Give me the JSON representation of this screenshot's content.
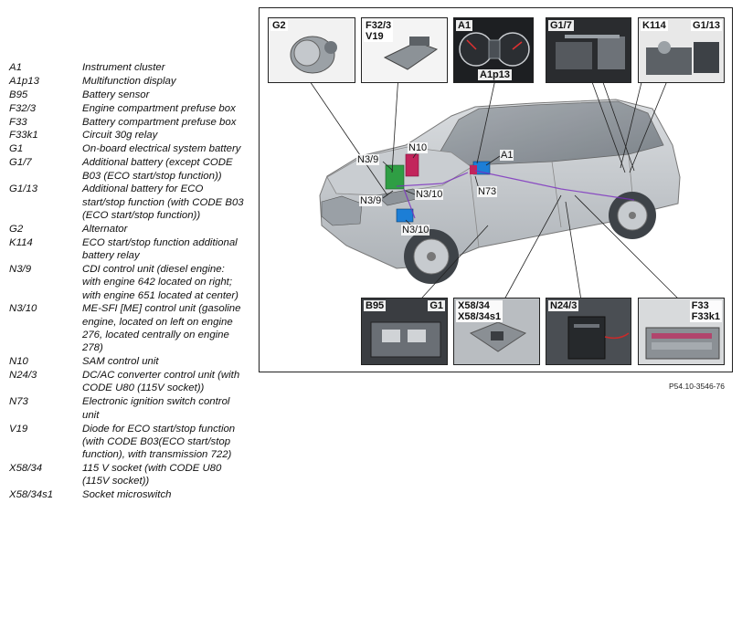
{
  "legend": [
    {
      "code": "A1",
      "desc": "Instrument cluster"
    },
    {
      "code": "A1p13",
      "desc": "Multifunction display"
    },
    {
      "code": "B95",
      "desc": "Battery sensor"
    },
    {
      "code": "F32/3",
      "desc": "Engine compartment prefuse box"
    },
    {
      "code": "F33",
      "desc": "Battery compartment prefuse box"
    },
    {
      "code": "F33k1",
      "desc": "Circuit 30g relay"
    },
    {
      "code": "G1",
      "desc": "On-board electrical system battery"
    },
    {
      "code": "G1/7",
      "desc": "Additional battery (except CODE B03 (ECO start/stop function))"
    },
    {
      "code": "G1/13",
      "desc": "Additional battery for ECO start/stop function (with CODE B03 (ECO start/stop function))"
    },
    {
      "code": "G2",
      "desc": "Alternator"
    },
    {
      "code": "K114",
      "desc": "ECO start/stop function additional battery relay"
    },
    {
      "code": "N3/9",
      "desc": "CDI control unit (diesel engine: with engine 642 located on right; with engine 651 located at center)"
    },
    {
      "code": "N3/10",
      "desc": "ME-SFI [ME] control unit (gasoline engine, located on left on engine 276, located centrally on engine 278)"
    },
    {
      "code": "N10",
      "desc": "SAM control unit"
    },
    {
      "code": "N24/3",
      "desc": "DC/AC converter control unit (with CODE U80 (115V socket))"
    },
    {
      "code": "N73",
      "desc": "Electronic ignition switch control unit"
    },
    {
      "code": "V19",
      "desc": "Diode for ECO start/stop function (with CODE B03(ECO start/stop function), with transmission 722)"
    },
    {
      "code": "X58/34",
      "desc": "115 V socket (with CODE U80 (115V socket))"
    },
    {
      "code": "X58/34s1",
      "desc": "Socket microswitch"
    }
  ],
  "insets": {
    "g2": "G2",
    "f32": "F32/3\nV19",
    "a1": "A1",
    "a1p13": "A1p13",
    "g17": "G1/7",
    "k114": "K114",
    "g113": "G1/13",
    "b95": "B95",
    "g1": "G1",
    "x58": "X58/34\nX58/34s1",
    "n243": "N24/3",
    "f33": "F33\nF33k1"
  },
  "callouts": {
    "n10": "N10",
    "a1": "A1",
    "n39a": "N3/9",
    "n39b": "N3/9",
    "n310a": "N3/10",
    "n73": "N73",
    "n310b": "N3/10"
  },
  "reference": "P54.10-3546-76"
}
